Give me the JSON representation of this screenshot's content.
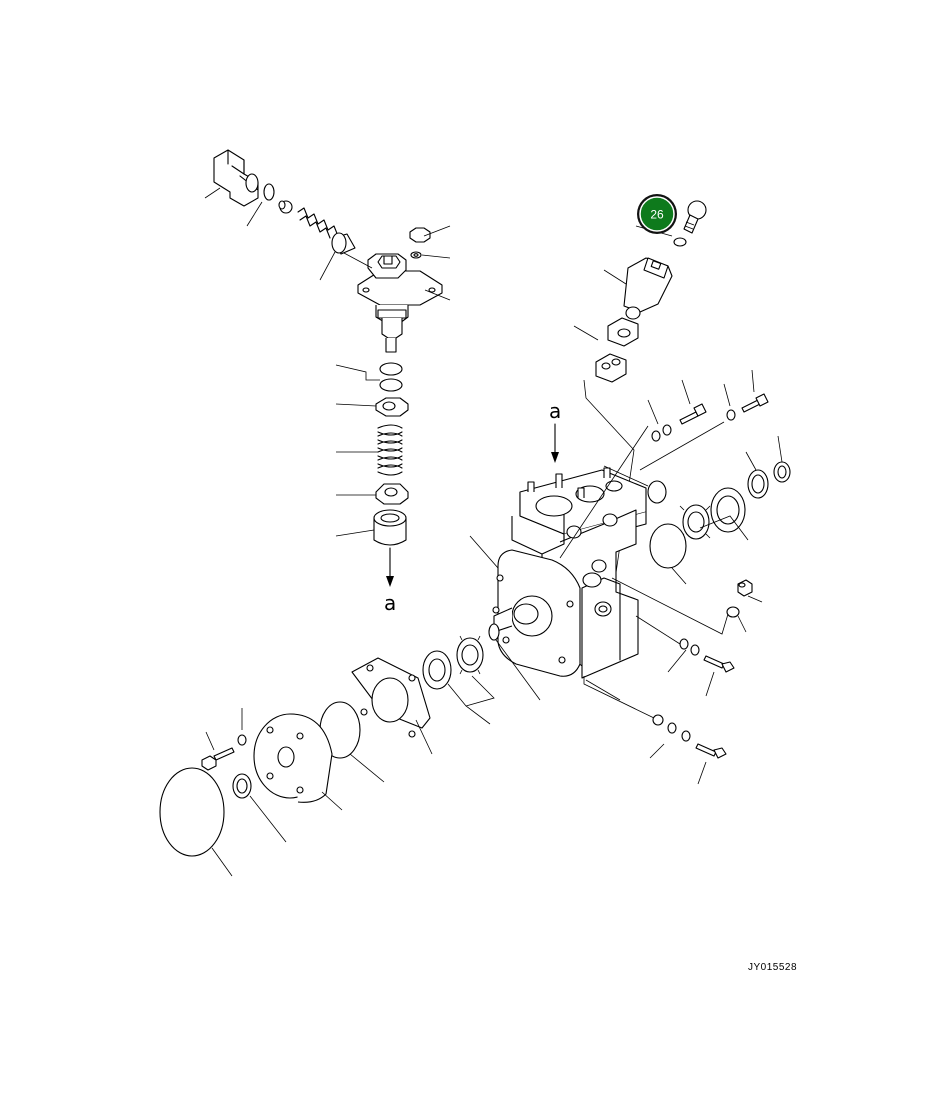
{
  "diagram": {
    "callout": {
      "number": "26",
      "color": "#0e7a1c",
      "ring_color": "#111111"
    },
    "view_marker_top": "a",
    "view_marker_bottom": "a",
    "figure_id": "JY015528"
  },
  "icons": [
    "fuel-injection-pump-exploded-view"
  ]
}
